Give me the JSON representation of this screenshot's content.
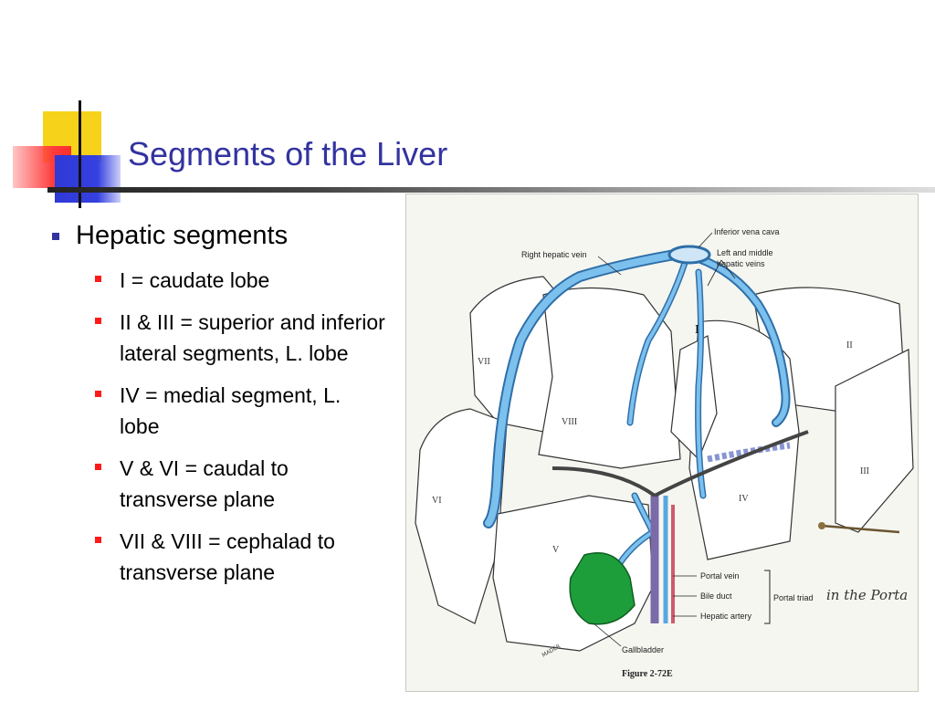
{
  "slide": {
    "title": "Segments of the Liver",
    "bullets": [
      {
        "text": "Hepatic segments",
        "sub": [
          "I = caudate lobe",
          "II & III = superior and inferior lateral segments, L. lobe",
          "IV = medial segment, L. lobe",
          "V & VI = caudal to transverse plane",
          "VII & VIII = cephalad to transverse plane"
        ]
      }
    ]
  },
  "figure": {
    "labels": {
      "ivc": "Inferior vena cava",
      "right_hepatic_vein": "Right hepatic vein",
      "left_middle_1": "Left and middle",
      "left_middle_2": "hepatic veins",
      "portal_vein": "Portal vein",
      "bile_duct": "Bile duct",
      "hepatic_artery": "Hepatic artery",
      "portal_triad": "Portal triad",
      "gallbladder": "Gallbladder",
      "figure_num": "Figure 2-72E",
      "handwritten": "in the Porta",
      "signature": "MADER"
    },
    "segments": {
      "s1": "I",
      "s2": "II",
      "s3": "III",
      "s4": "IV",
      "s5": "V",
      "s6": "VI",
      "s7": "VII",
      "s8": "VIII"
    },
    "colors": {
      "vein": "#5aa6e0",
      "gallbladder": "#1e9e3a",
      "portal_vein": "#7a6aa8",
      "hepatic_artery": "#d05a6a"
    }
  }
}
